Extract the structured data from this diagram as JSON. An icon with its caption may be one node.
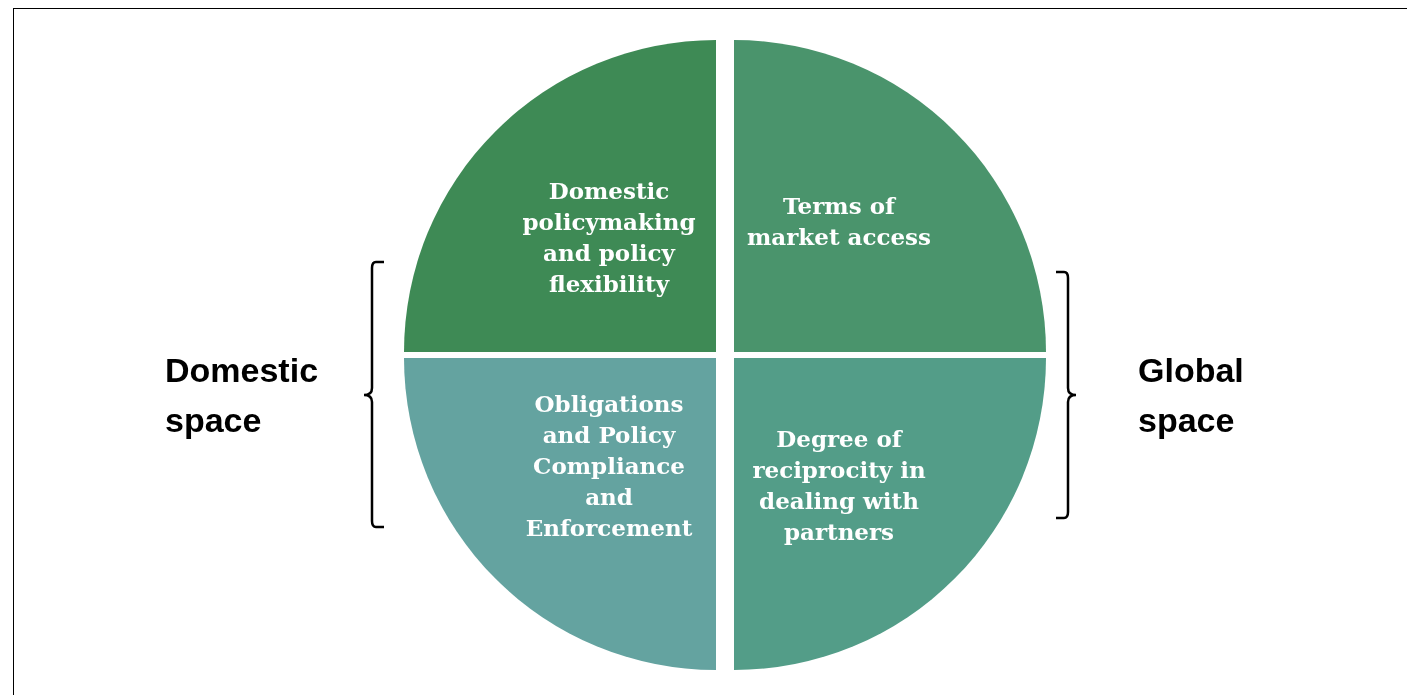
{
  "diagram": {
    "nodes": [
      {
        "text": [
          "Domestic policymaking and policy flexibility"
        ]
      },
      {
        "text": [
          "Terms of market access"
        ]
      },
      {
        "text": [
          "Obligations and Policy Compliance and Enforcement"
        ]
      },
      {
        "text": [
          "Degree of reciprocity in dealing with partners"
        ]
      }
    ],
    "labels": [
      "Domestic space",
      "Global space"
    ]
  }
}
